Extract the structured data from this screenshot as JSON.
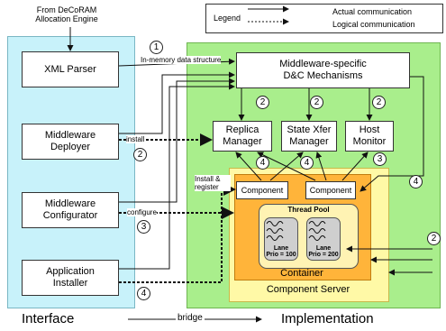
{
  "source_label": "From DeCoRAM\nAllocation Engine",
  "legend": {
    "title": "Legend",
    "actual": "Actual communication",
    "logical": "Logical communication"
  },
  "left_boxes": {
    "xml_parser": "XML Parser",
    "deployer": "Middleware\nDeployer",
    "configurator": "Middleware\nConfigurator",
    "installer": "Application\nInstaller"
  },
  "right_boxes": {
    "dnc": "Middleware-specific\nD&C Mechanisms",
    "replica": "Replica\nManager",
    "state_xfer": "State Xfer\nManager",
    "host_monitor": "Host\nMonitor",
    "component_1": "Component",
    "component_2": "Component",
    "thread_pool": "Thread Pool",
    "lane_1": "Lane\nPrio = 100",
    "lane_2": "Lane\nPrio = 200",
    "container": "Container",
    "component_server": "Component Server"
  },
  "edge_labels": {
    "in_memory": "In-memory data structure",
    "install": "install",
    "install_register": "Install &\nregister",
    "configure": "configure"
  },
  "steps": [
    "1",
    "2",
    "2",
    "2",
    "2",
    "3",
    "3",
    "4",
    "4",
    "4",
    "4",
    "2"
  ],
  "bottom": {
    "interface": "Interface",
    "bridge": "bridge",
    "implementation": "Implementation"
  }
}
